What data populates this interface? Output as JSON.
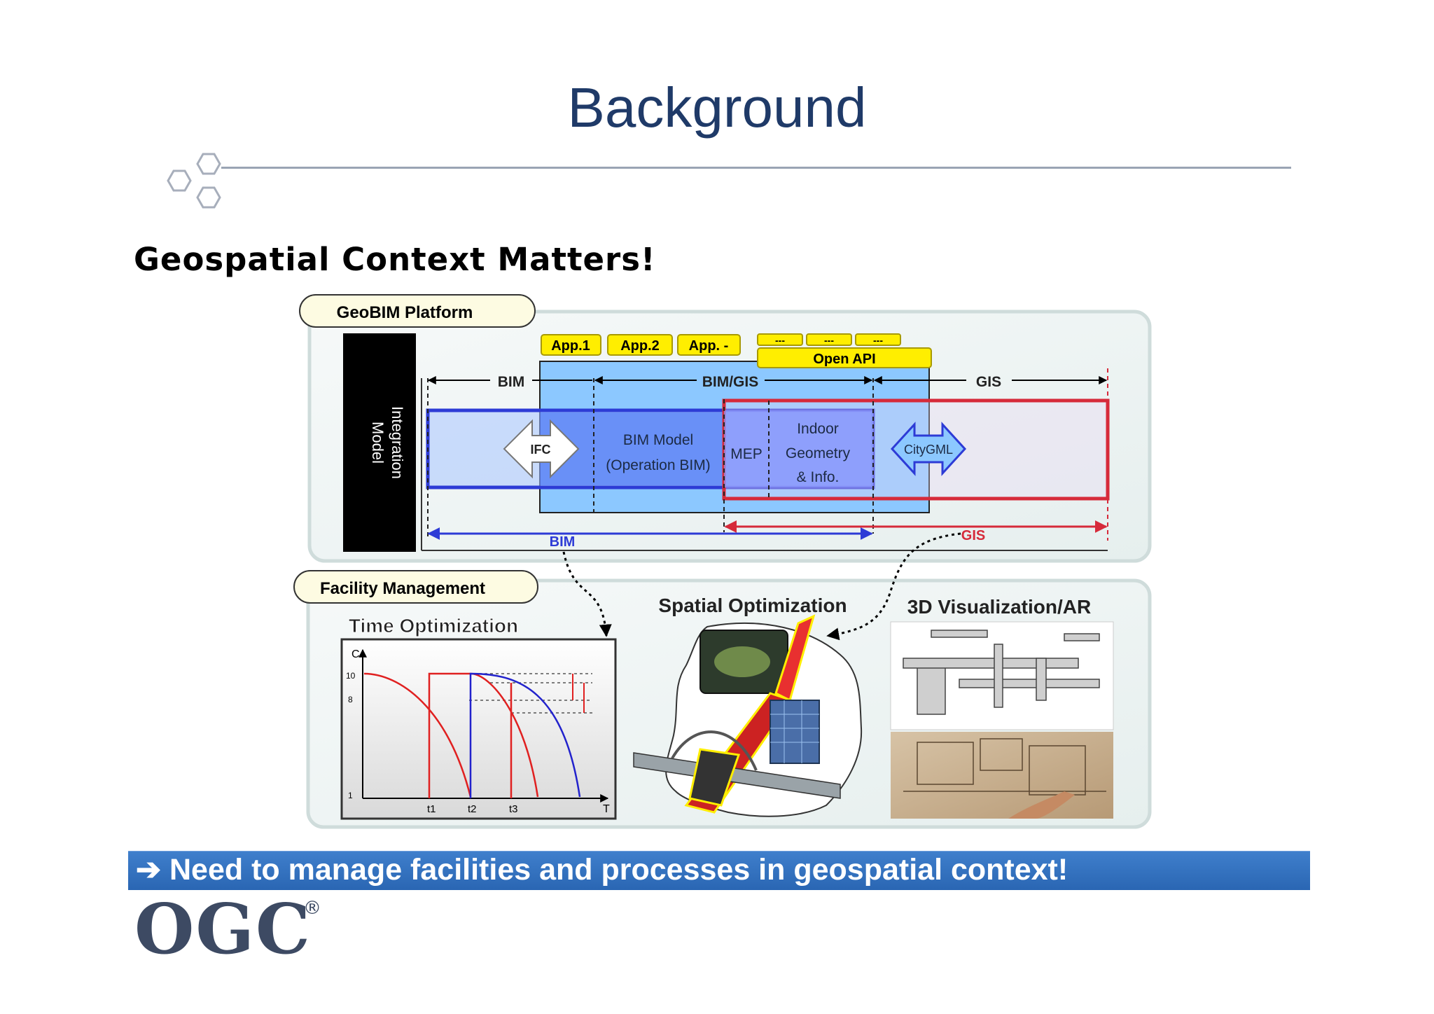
{
  "slide": {
    "title": "Background",
    "subtitle": "Geospatial Context Matters!",
    "callout": "➔ Need to manage facilities and processes in geospatial context!",
    "logo": "OGC",
    "logo_mark": "®"
  },
  "platform": {
    "label": "GeoBIM Platform",
    "integration_model": [
      "Integration",
      "Model"
    ],
    "apps": [
      "App.1",
      "App.2",
      "App. -"
    ],
    "api_tabs": [
      "---",
      "---",
      "---"
    ],
    "open_api": "Open API",
    "top_labels": {
      "bim": "BIM",
      "bim_gis": "BIM/GIS",
      "gis": "GIS"
    },
    "ifc": "IFC",
    "bim_model": [
      "BIM Model",
      "(Operation BIM)"
    ],
    "mep": "MEP",
    "indoor": [
      "Indoor",
      "Geometry",
      "& Info."
    ],
    "citygml": "CityGML",
    "bottom_labels": {
      "bim": "BIM",
      "gis": "GIS"
    }
  },
  "facility": {
    "label": "Facility Management",
    "time_title": "Time Optimization",
    "spatial_title": "Spatial Optimization",
    "viz_title": "3D Visualization/AR",
    "chart_axes": {
      "y": "C",
      "x": "T"
    },
    "y_ticks": [
      "10",
      "8",
      "1"
    ],
    "x_ticks": [
      "t1",
      "t2",
      "t3"
    ]
  },
  "colors": {
    "title": "#1f3a68",
    "callout_bg": "#2f6dbd",
    "bim_blue": "#2d3bd6",
    "gis_red": "#d62a3a",
    "app_yellow": "#ffee00"
  }
}
